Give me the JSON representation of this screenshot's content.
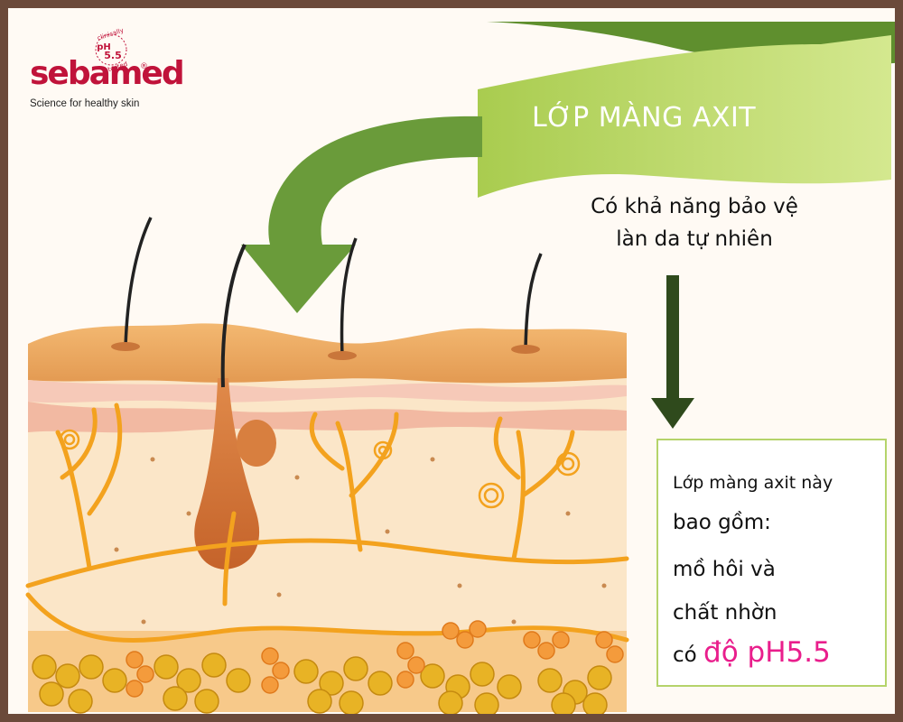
{
  "logo": {
    "brand_part1": "seba",
    "brand_part2": "med",
    "registered": "®",
    "tagline": "Science for healthy skin",
    "badge_top": "clinically",
    "badge_ph": "pH",
    "badge_value": "5.5",
    "badge_bottom": "tested"
  },
  "banner": {
    "title": "LỚP MÀNG AXIT",
    "subtitle_line1": "Có khả năng bảo vệ",
    "subtitle_line2": "làn da tự nhiên"
  },
  "infobox": {
    "line1": "Lớp màng axit này",
    "line2": "bao gồm:",
    "line3": "mồ hôi và",
    "line4": "chất nhờn",
    "line5_prefix": "có",
    "line5_highlight": "độ pH5.5"
  },
  "colors": {
    "frame": "#6b4a3a",
    "brand_red": "#c0133a",
    "banner_green": "#bfd96b",
    "arrow_green": "#6a9b3a",
    "dark_arrow": "#2f4a1c",
    "ph_pink": "#e91e8c",
    "skin_top": "#e8a25c",
    "dermis": "#fbe6c8"
  }
}
